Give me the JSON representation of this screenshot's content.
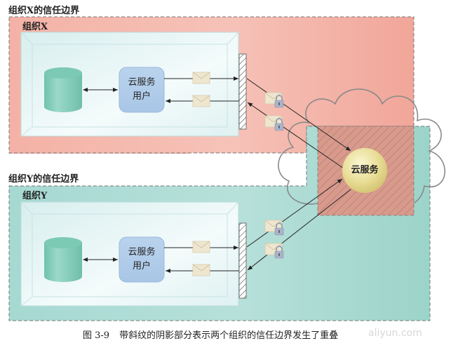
{
  "org_x": {
    "boundary_label": "组织X的信任边界",
    "org_label": "组织X",
    "service_consumer_label_line1": "云服务",
    "service_consumer_label_line2": "用户",
    "fill_color": "#f2a99c",
    "inner_color": "#dff2f2"
  },
  "org_y": {
    "boundary_label": "组织Y的信任边界",
    "org_label": "组织Y",
    "service_consumer_label_line1": "云服务",
    "service_consumer_label_line2": "用户",
    "fill_color": "#9fd6cd",
    "inner_color": "#dff2f2"
  },
  "cloud": {
    "service_label": "云服务",
    "overlap_color": "#d99a8c",
    "sphere_color": "#e9dc8e"
  },
  "icons": {
    "database": "database-icon",
    "message": "envelope-icon",
    "encrypted_message": "envelope-lock-icon",
    "firewall": "firewall-icon",
    "cloud": "cloud-icon"
  },
  "caption": {
    "figure_number": "图 3-9",
    "text": "带斜纹的阴影部分表示两个组织的信任边界发生了重叠"
  },
  "watermark": "aliyun.com"
}
